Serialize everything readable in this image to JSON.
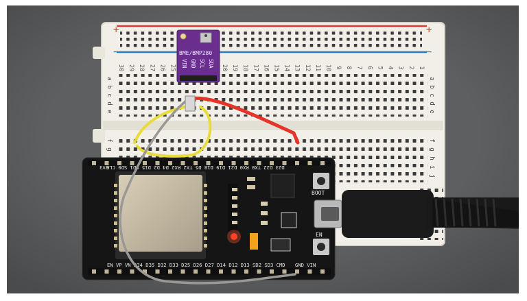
{
  "breadboard": {
    "plus_symbol": "+",
    "minus_symbol": "−",
    "column_numbers": [
      "30",
      "29",
      "28",
      "27",
      "26",
      "25",
      "24",
      "23",
      "22",
      "21",
      "20",
      "19",
      "18",
      "17",
      "16",
      "15",
      "14",
      "13",
      "12",
      "11",
      "10",
      "9",
      "8",
      "7",
      "6",
      "5",
      "4",
      "3",
      "2",
      "1"
    ],
    "row_letters_top": [
      "a",
      "b",
      "c",
      "d",
      "e"
    ],
    "row_letters_bottom": [
      "f",
      "g",
      "h",
      "i",
      "j"
    ]
  },
  "sensor": {
    "name": "BME/BMP280",
    "pins": [
      "VIN",
      "GND",
      "SCL",
      "SDA"
    ]
  },
  "esp32": {
    "top_pins": "D23 D22 TX0 RX0 D21 D19 D18 D5 TX2 RX2 D4 D2 D15 SD1 SD0 CLK",
    "top_right": "3V3",
    "bottom_pins": "EN VP VN D34 D35 D32 D33 D25 D26 D27 D14 D12 D13 SD2 SD3 CMD",
    "bottom_right": "GND VIN",
    "boot_label": "BOOT",
    "en_label": "EN"
  },
  "colors": {
    "background": "#5d5f61",
    "breadboard": "#f1efe7",
    "red_rail": "#d83b34",
    "blue_rail": "#2a7cc4",
    "sensor_pcb": "#6a2f8e",
    "esp_pcb": "#151515",
    "wire_red": "#e5342a",
    "wire_yellow": "#e8db3c",
    "wire_gray": "#9a9894",
    "cable": "#1b1b1b"
  }
}
